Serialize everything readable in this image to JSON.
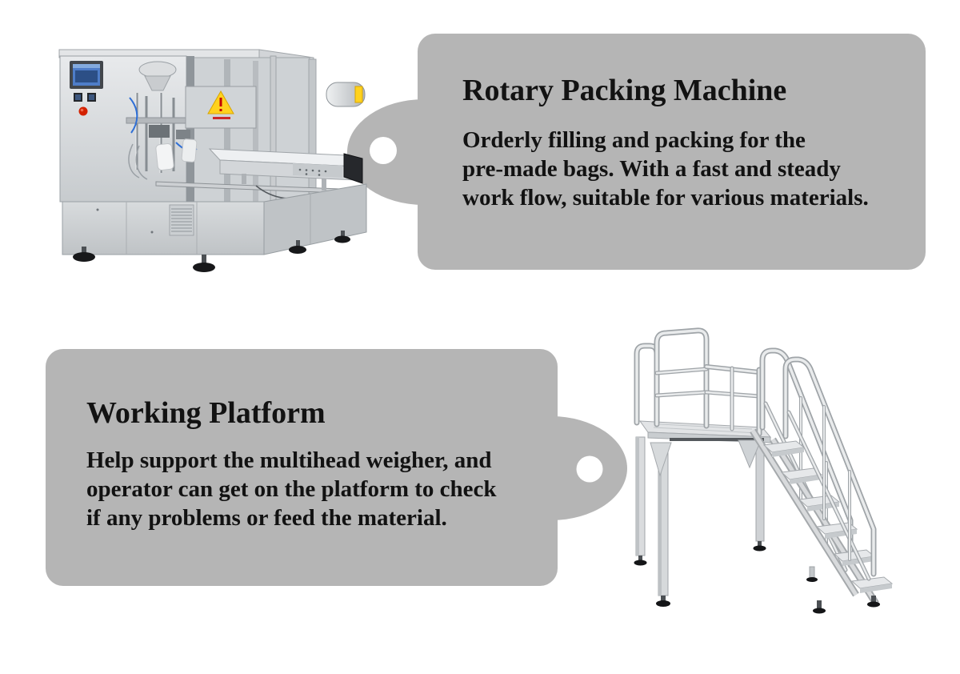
{
  "colors": {
    "background": "#ffffff",
    "tag_background": "#b5b5b5",
    "tag_hole": "#ffffff",
    "text": "#121212",
    "machine_screen_blue": "#4e7dc8",
    "machine_button_red": "#d32100",
    "warning_label_yellow": "#ffd21e",
    "steel_light": "#e3e5e7",
    "steel_dark": "#8f959a",
    "foot_black": "#17181a"
  },
  "sections": [
    {
      "id": "rotary-packing-machine",
      "image": "rotary-packing-machine-illustration",
      "title": "Rotary Packing Machine",
      "description": "Orderly filling and packing for the\npre-made bags. With a fast and steady\nwork flow, suitable for various materials."
    },
    {
      "id": "working-platform",
      "image": "working-platform-illustration",
      "title": "Working Platform",
      "description": "Help support the multihead weigher, and\noperator can get on the platform to check\nif any problems or feed the material."
    }
  ]
}
